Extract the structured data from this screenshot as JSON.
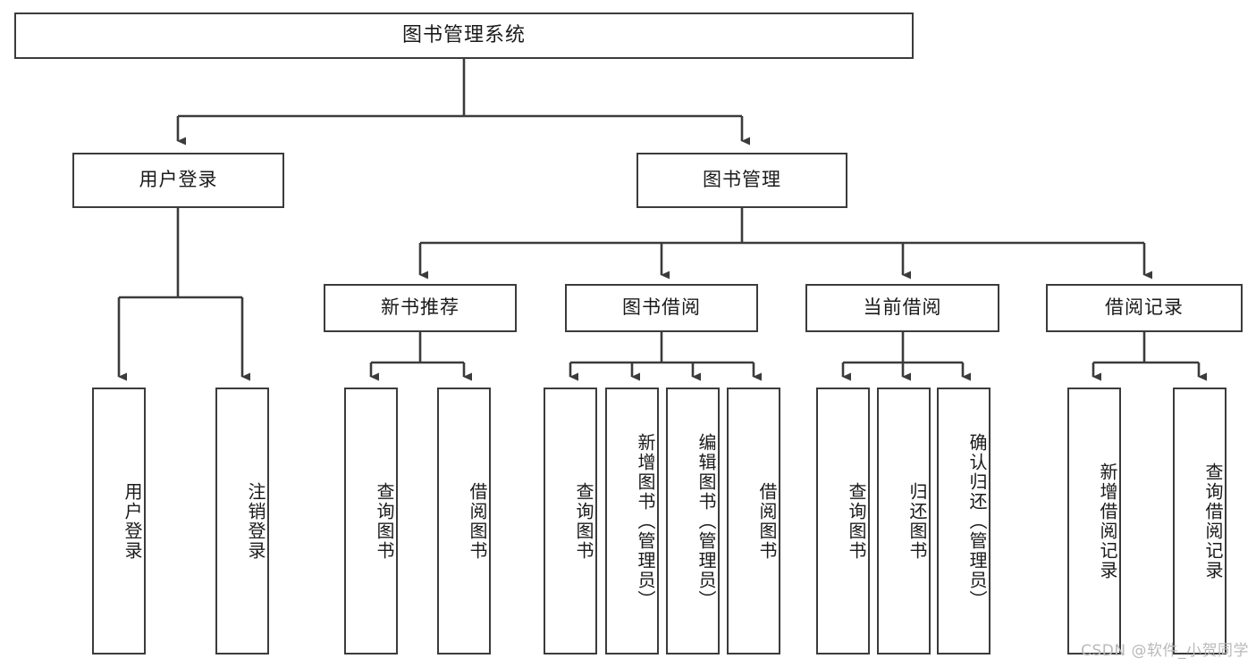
{
  "diagram": {
    "type": "tree",
    "title": "图书管理系统",
    "orientation": "top-down",
    "colors": {
      "background": "#ffffff",
      "node_border": "#3b3b3b",
      "node_fill": "#ffffff",
      "edge": "#3b3b3b",
      "text": "#1a1a1a",
      "watermark": "#b9b9b9"
    },
    "nodes": {
      "root": {
        "label": "图书管理系统"
      },
      "level1": [
        {
          "label": "用户登录"
        },
        {
          "label": "图书管理"
        }
      ],
      "level2": [
        {
          "label": "新书推荐"
        },
        {
          "label": "图书借阅"
        },
        {
          "label": "当前借阅"
        },
        {
          "label": "借阅记录"
        }
      ],
      "leaves_user_login": [
        {
          "label": "用户登录"
        },
        {
          "label": "注销登录"
        }
      ],
      "leaves_new_book": [
        {
          "label": "查询图书"
        },
        {
          "label": "借阅图书"
        }
      ],
      "leaves_borrow": [
        {
          "label": "查询图书"
        },
        {
          "label": "新增图书（管理员）"
        },
        {
          "label": "编辑图书（管理员）"
        },
        {
          "label": "借阅图书"
        }
      ],
      "leaves_current": [
        {
          "label": "查询图书"
        },
        {
          "label": "归还图书"
        },
        {
          "label": "确认归还（管理员）"
        }
      ],
      "leaves_record": [
        {
          "label": "新增借阅记录"
        },
        {
          "label": "查询借阅记录"
        }
      ]
    }
  },
  "watermark": {
    "text": "CSDN @软件_小贺同学"
  }
}
